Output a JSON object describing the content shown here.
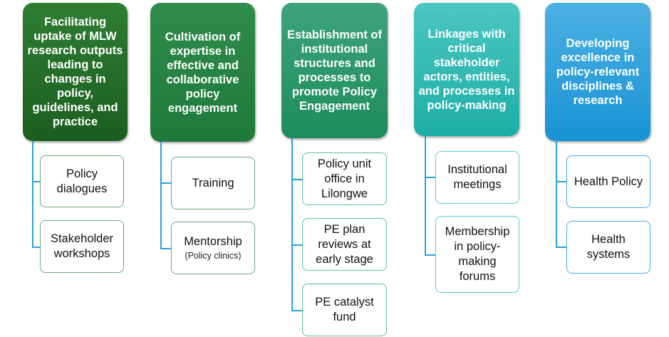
{
  "diagram": {
    "columns": [
      {
        "header": "Facilitating uptake of MLW research outputs leading to changes in policy, guidelines, and practice",
        "color_top": "#2f7d33",
        "color_bottom": "#1b5e20",
        "children": [
          {
            "label": "Policy dialogues",
            "sub": ""
          },
          {
            "label": "Stakeholder workshops",
            "sub": ""
          }
        ]
      },
      {
        "header": "Cultivation of expertise in effective and collaborative policy engagement",
        "color_top": "#2f8c4c",
        "color_bottom": "#1e7a3a",
        "children": [
          {
            "label": "Training",
            "sub": ""
          },
          {
            "label": "Mentorship",
            "sub": "(Policy clinics)"
          }
        ]
      },
      {
        "header": "Establishment of institutional structures and processes to promote Policy Engagement",
        "color_top": "#3fa37c",
        "color_bottom": "#1d8c5c",
        "children": [
          {
            "label": "Policy unit office in Lilongwe",
            "sub": ""
          },
          {
            "label": "PE plan reviews at early stage",
            "sub": ""
          },
          {
            "label": "PE catalyst fund",
            "sub": ""
          }
        ]
      },
      {
        "header": "Linkages with critical stakeholder actors, entities, and processes in policy-making",
        "color_top": "#4cc6c1",
        "color_bottom": "#1eaea6",
        "children": [
          {
            "label": "Institutional meetings",
            "sub": ""
          },
          {
            "label": "Membership in policy-making forums",
            "sub": ""
          }
        ]
      },
      {
        "header": "Developing excellence in policy-relevant disciplines & research",
        "color_top": "#4db0e2",
        "color_bottom": "#1893d4",
        "children": [
          {
            "label": "Health Policy",
            "sub": ""
          },
          {
            "label": "Health systems",
            "sub": ""
          }
        ]
      }
    ],
    "connector_color": "#2aa0d8"
  }
}
